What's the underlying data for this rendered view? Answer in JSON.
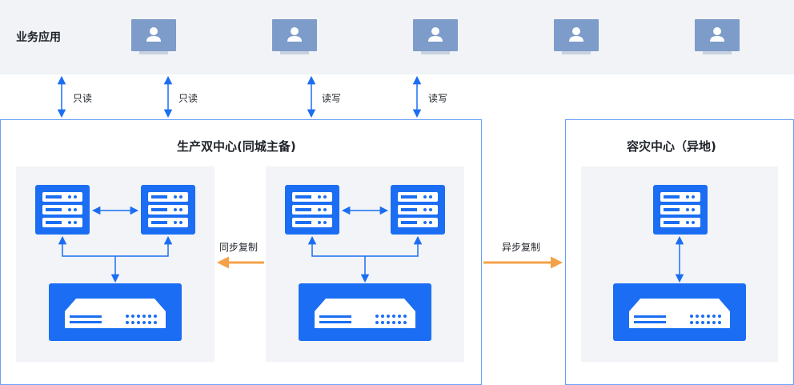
{
  "business": {
    "label": "业务应用",
    "terminals": [
      "user-icon",
      "user-icon",
      "user-icon",
      "user-icon",
      "user-icon"
    ]
  },
  "links": {
    "access": [
      "只读",
      "只读",
      "读写",
      "读写"
    ],
    "sync_replication": "同步复制",
    "async_replication": "异步复制"
  },
  "production": {
    "title": "生产双中心(同城主备)"
  },
  "disaster_recovery": {
    "title": "容灾中心（异地)"
  },
  "colors": {
    "primary": "#1b6ef3",
    "band": "#f1f3f6",
    "cell": "#f2f4f7",
    "zone_border": "#6aa1f5",
    "replication_arrow": "#f5a147",
    "connector": "#1b6ef3"
  }
}
